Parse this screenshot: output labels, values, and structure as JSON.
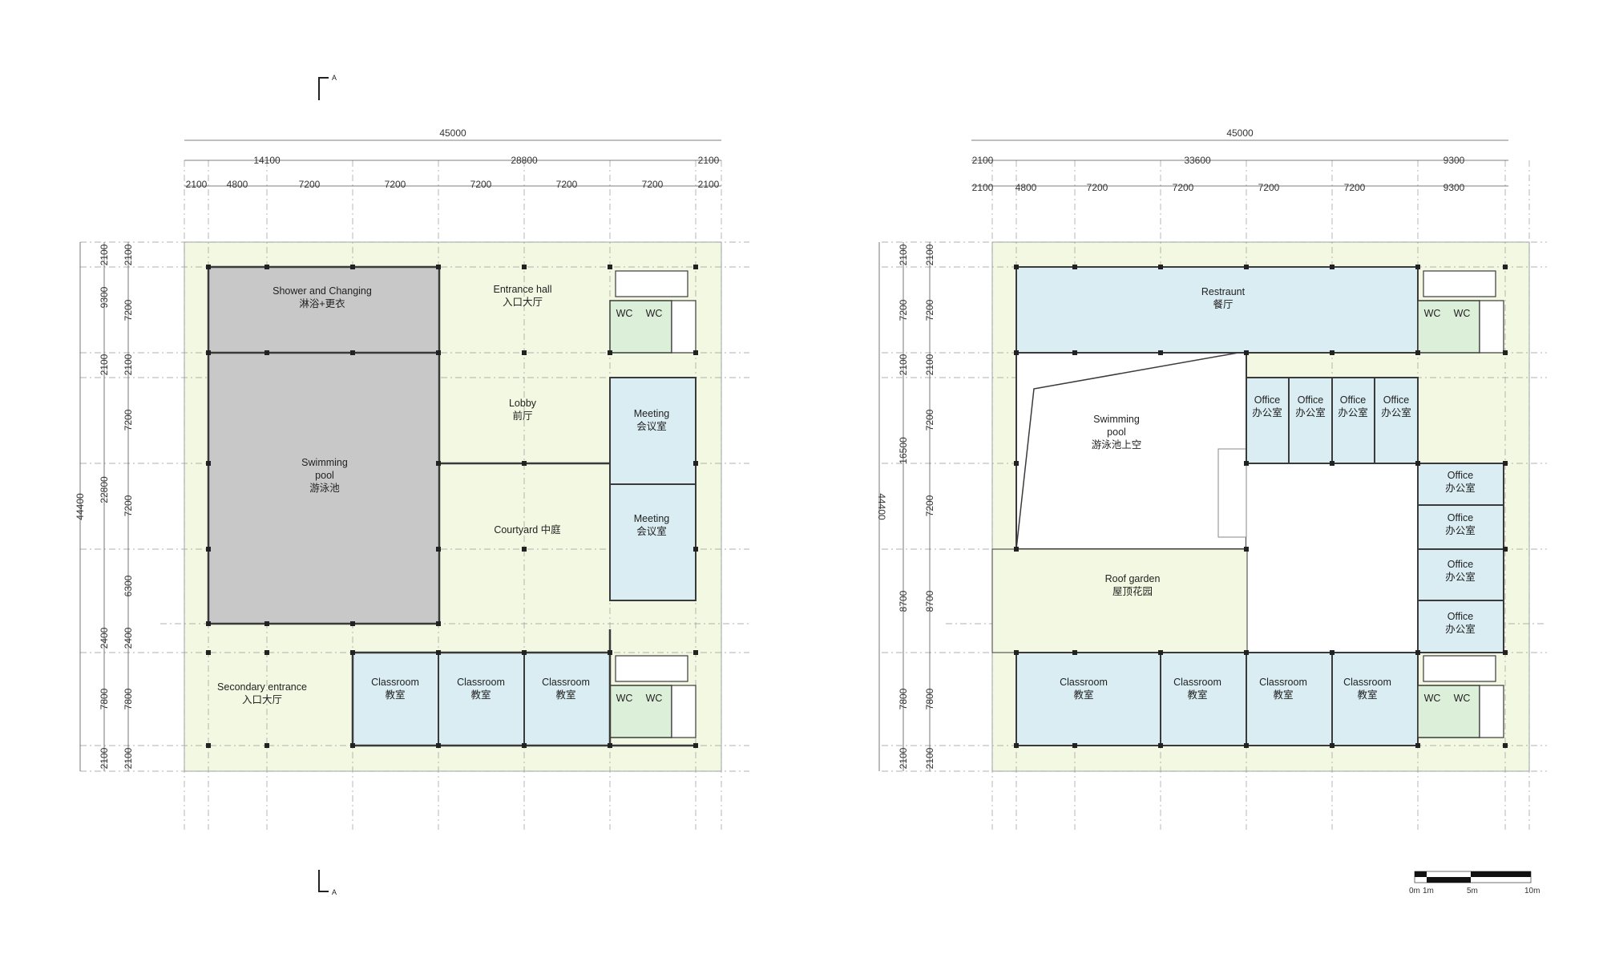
{
  "plan_left": {
    "top_dims": {
      "overall": "45000",
      "mid": [
        "14100",
        "28800",
        "2100"
      ],
      "bays": [
        "2100",
        "4800",
        "7200",
        "7200",
        "7200",
        "7200",
        "7200",
        "2100"
      ]
    },
    "side_dims": {
      "overall": "44400",
      "mid": [
        "9300",
        "22800"
      ],
      "rows": [
        "2100",
        "7200",
        "2100",
        "7200",
        "7200",
        "6300",
        "2400",
        "7800",
        "2100"
      ],
      "outer_small": [
        "2100",
        "2100",
        "2400",
        "7800",
        "2100"
      ]
    },
    "rooms": {
      "shower_en": "Shower and Changing",
      "shower_cn": "淋浴+更衣",
      "entrance_en": "Entrance hall",
      "entrance_cn": "入口大厅",
      "lobby_en": "Lobby",
      "lobby_cn": "前厅",
      "pool_en1": "Swimming",
      "pool_en2": "pool",
      "pool_cn": "游泳池",
      "courtyard": "Courtyard 中庭",
      "meeting_en": "Meeting",
      "meeting_cn": "会议室",
      "secondary_en": "Secondary entrance",
      "secondary_cn": "入口大厅",
      "classroom_en": "Classroom",
      "classroom_cn": "教室",
      "wc": "WC"
    }
  },
  "plan_right": {
    "top_dims": {
      "overall": "45000",
      "mid": [
        "2100",
        "33600",
        "9300"
      ],
      "bays": [
        "2100",
        "4800",
        "7200",
        "7200",
        "7200",
        "7200",
        "9300"
      ]
    },
    "side_dims": {
      "overall": "44400",
      "mid": [
        "7200",
        "16500",
        "8700",
        "7800",
        "2100"
      ],
      "outer_small": [
        "2100",
        "7200",
        "2100",
        "8700",
        "7800",
        "2100"
      ],
      "rows": [
        "2100",
        "7200",
        "2100",
        "7200",
        "7200",
        "8700",
        "7800",
        "2100"
      ]
    },
    "rooms": {
      "restaurant_en": "Restraunt",
      "restaurant_cn": "餐厅",
      "pool_en1": "Swimming",
      "pool_en2": "pool",
      "pool_cn": "游泳池上空",
      "office_en": "Office",
      "office_cn": "办公室",
      "roof_en": "Roof garden",
      "roof_cn": "屋顶花园",
      "classroom_en": "Classroom",
      "classroom_cn": "教室",
      "wc": "WC"
    }
  },
  "section_marker": "A",
  "scale_bar": [
    "0m",
    "1m",
    "5m",
    "10m"
  ],
  "colors": {
    "green_fill": "#f3f8e2",
    "blue_fill": "#d9edf2",
    "grey_fill": "#c8c8c8",
    "wc_fill": "#dcefd9",
    "wall": "#3a3a3a"
  }
}
